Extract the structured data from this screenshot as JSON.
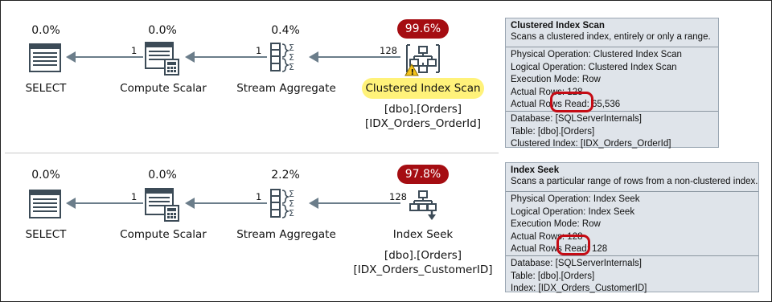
{
  "plan1": {
    "ops": [
      {
        "pct": "0.0%",
        "label": "SELECT"
      },
      {
        "pct": "0.0%",
        "label": "Compute Scalar"
      },
      {
        "pct": "0.4%",
        "label": "Stream Aggregate"
      },
      {
        "pct": "99.6%",
        "label": "Clustered Index Scan",
        "object1": "[dbo].[Orders]",
        "object2": "[IDX_Orders_OrderId]"
      }
    ],
    "counts": [
      "1",
      "1",
      "128"
    ],
    "tooltip": {
      "title": "Clustered Index Scan",
      "description": "Scans a clustered index, entirely or only a range.",
      "rows1": [
        "Physical Operation: Clustered Index Scan",
        "Logical Operation: Clustered Index Scan",
        "Execution Mode: Row",
        "Actual Rows: 128"
      ],
      "rows_read_label": "Actual Rows Read:",
      "rows_read_value": "65,536",
      "rows2": [
        "Database: [SQLServerInternals]",
        "Table: [dbo].[Orders]",
        "Clustered Index: [IDX_Orders_OrderId]"
      ]
    }
  },
  "plan2": {
    "ops": [
      {
        "pct": "0.0%",
        "label": "SELECT"
      },
      {
        "pct": "0.0%",
        "label": "Compute Scalar"
      },
      {
        "pct": "2.2%",
        "label": "Stream Aggregate"
      },
      {
        "pct": "97.8%",
        "label": "Index Seek",
        "object1": "[dbo].[Orders]",
        "object2": "[IDX_Orders_CustomerID]"
      }
    ],
    "counts": [
      "1",
      "1",
      "128"
    ],
    "tooltip": {
      "title": "Index Seek",
      "description": "Scans a particular range of rows from a non-clustered index.",
      "rows1": [
        "Physical Operation: Index Seek",
        "Logical Operation: Index Seek",
        "Execution Mode: Row",
        "Actual Rows: 128"
      ],
      "rows_read_label": "Actual Rows Read:",
      "rows_read_value": "128",
      "rows2": [
        "Database: [SQLServerInternals]",
        "Table: [dbo].[Orders]",
        "Index: [IDX_Orders_CustomerID]"
      ]
    }
  }
}
